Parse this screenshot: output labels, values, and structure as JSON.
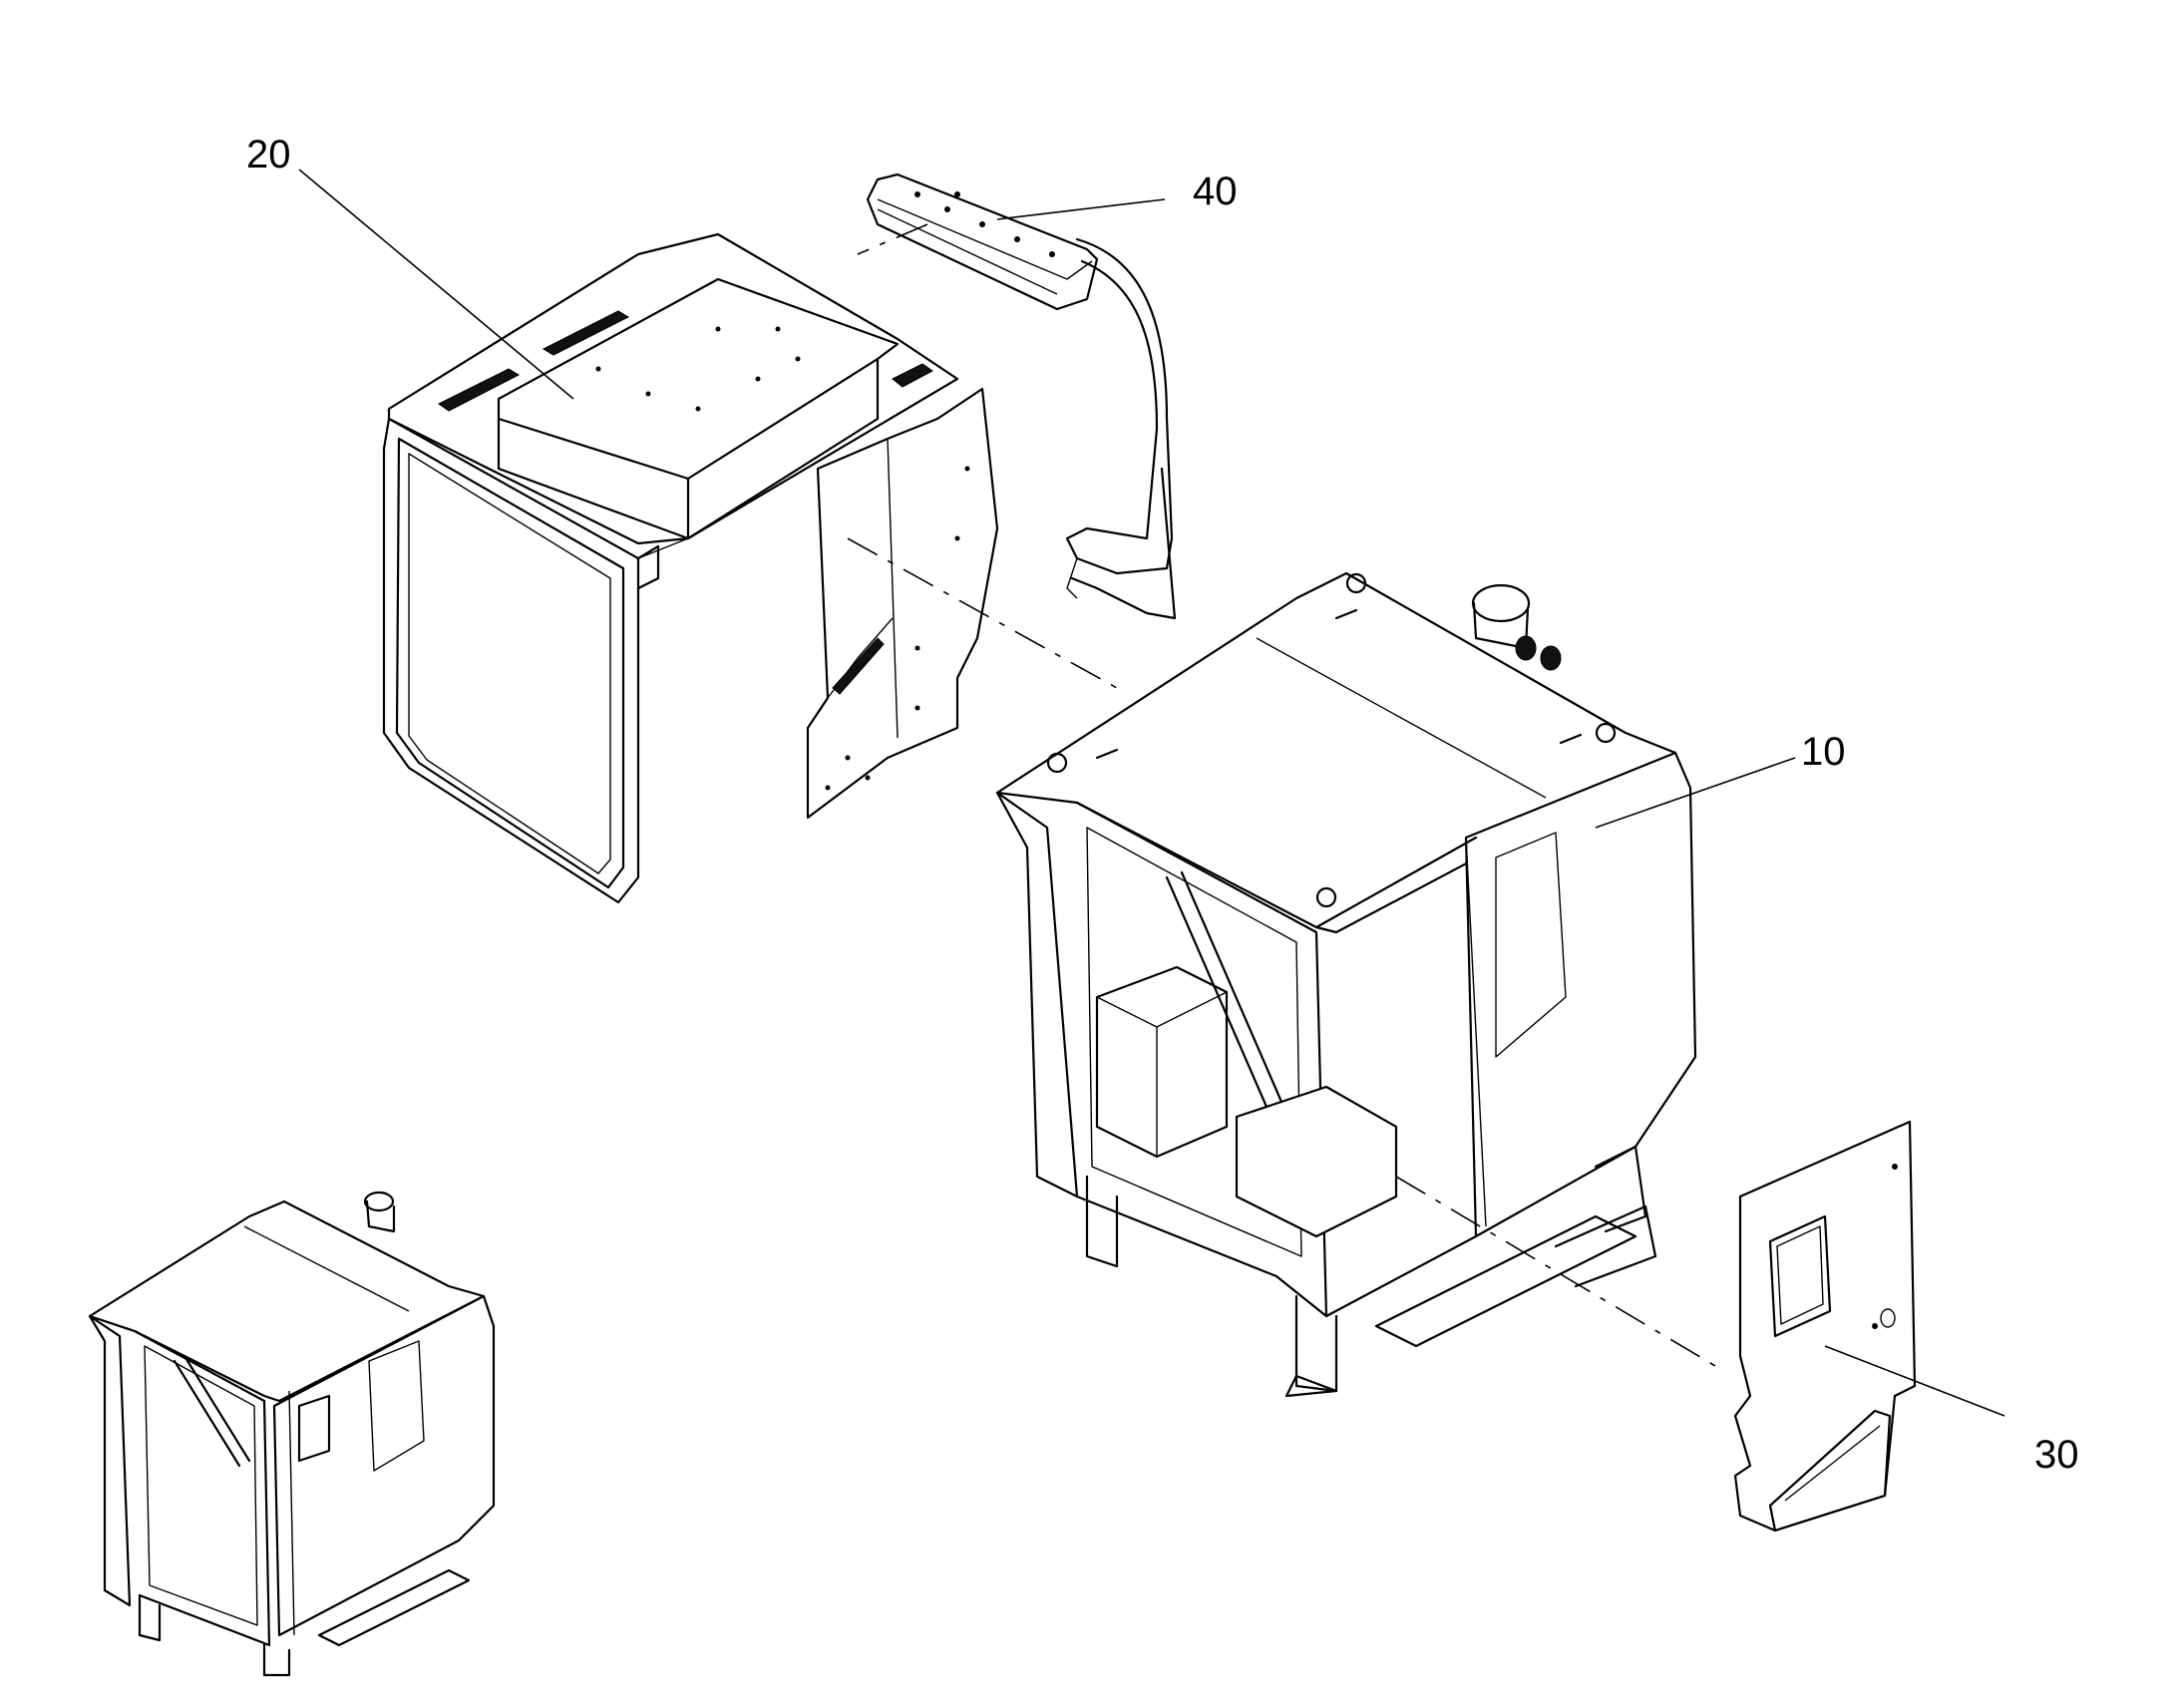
{
  "callouts": {
    "c10": "10",
    "c20": "20",
    "c30": "30",
    "c40": "40"
  }
}
